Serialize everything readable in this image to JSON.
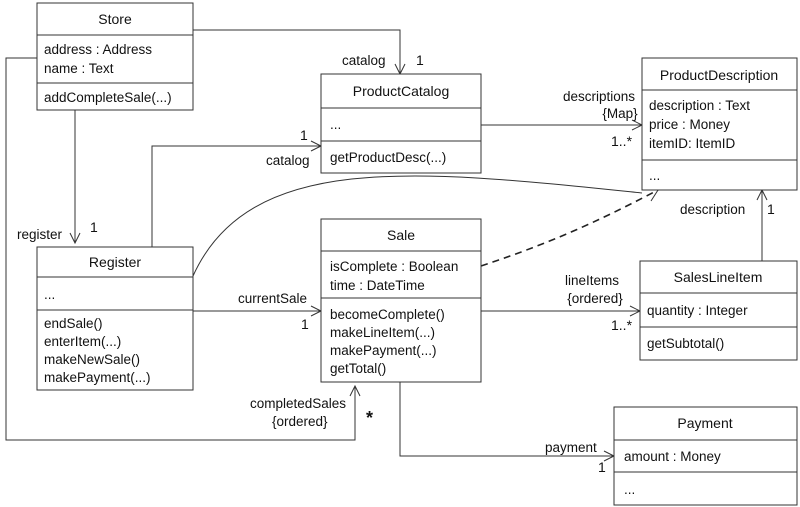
{
  "classes": {
    "store": {
      "name": "Store",
      "attributes": [
        "address : Address",
        "name : Text"
      ],
      "operations": [
        "addCompleteSale(...)"
      ]
    },
    "product_catalog": {
      "name": "ProductCatalog",
      "attributes": [
        "..."
      ],
      "operations": [
        "getProductDesc(...)"
      ]
    },
    "product_description": {
      "name": "ProductDescription",
      "attributes": [
        "description : Text",
        "price : Money",
        "itemID: ItemID"
      ],
      "operations": [
        "..."
      ]
    },
    "register": {
      "name": "Register",
      "attributes": [
        "..."
      ],
      "operations": [
        "endSale()",
        "enterItem(...)",
        "makeNewSale()",
        "makePayment(...)"
      ]
    },
    "sale": {
      "name": "Sale",
      "attributes": [
        "isComplete : Boolean",
        "time : DateTime"
      ],
      "operations": [
        "becomeComplete()",
        "makeLineItem(...)",
        "makePayment(...)",
        "getTotal()"
      ]
    },
    "sales_line_item": {
      "name": "SalesLineItem",
      "attributes": [
        "quantity : Integer"
      ],
      "operations": [
        "getSubtotal()"
      ]
    },
    "payment": {
      "name": "Payment",
      "attributes": [
        "amount : Money"
      ],
      "operations": [
        "..."
      ]
    }
  },
  "associations": {
    "store_catalog": {
      "role": "catalog",
      "mult": "1"
    },
    "register_catalog": {
      "role": "catalog",
      "mult": "1"
    },
    "catalog_descriptions": {
      "role_line1": "descriptions",
      "role_line2": "{Map}",
      "mult": "1..*"
    },
    "store_register": {
      "role": "register",
      "mult": "1"
    },
    "register_sale": {
      "role": "currentSale",
      "mult": "1"
    },
    "sale_lineitems": {
      "role_line1": "lineItems",
      "role_line2": "{ordered}",
      "mult": "1..*"
    },
    "lineitem_description": {
      "role": "description",
      "mult": "1"
    },
    "store_completed_sales": {
      "role_line1": "completedSales",
      "role_line2": "{ordered}",
      "mult": "*"
    },
    "sale_payment": {
      "role": "payment",
      "mult": "1"
    }
  }
}
